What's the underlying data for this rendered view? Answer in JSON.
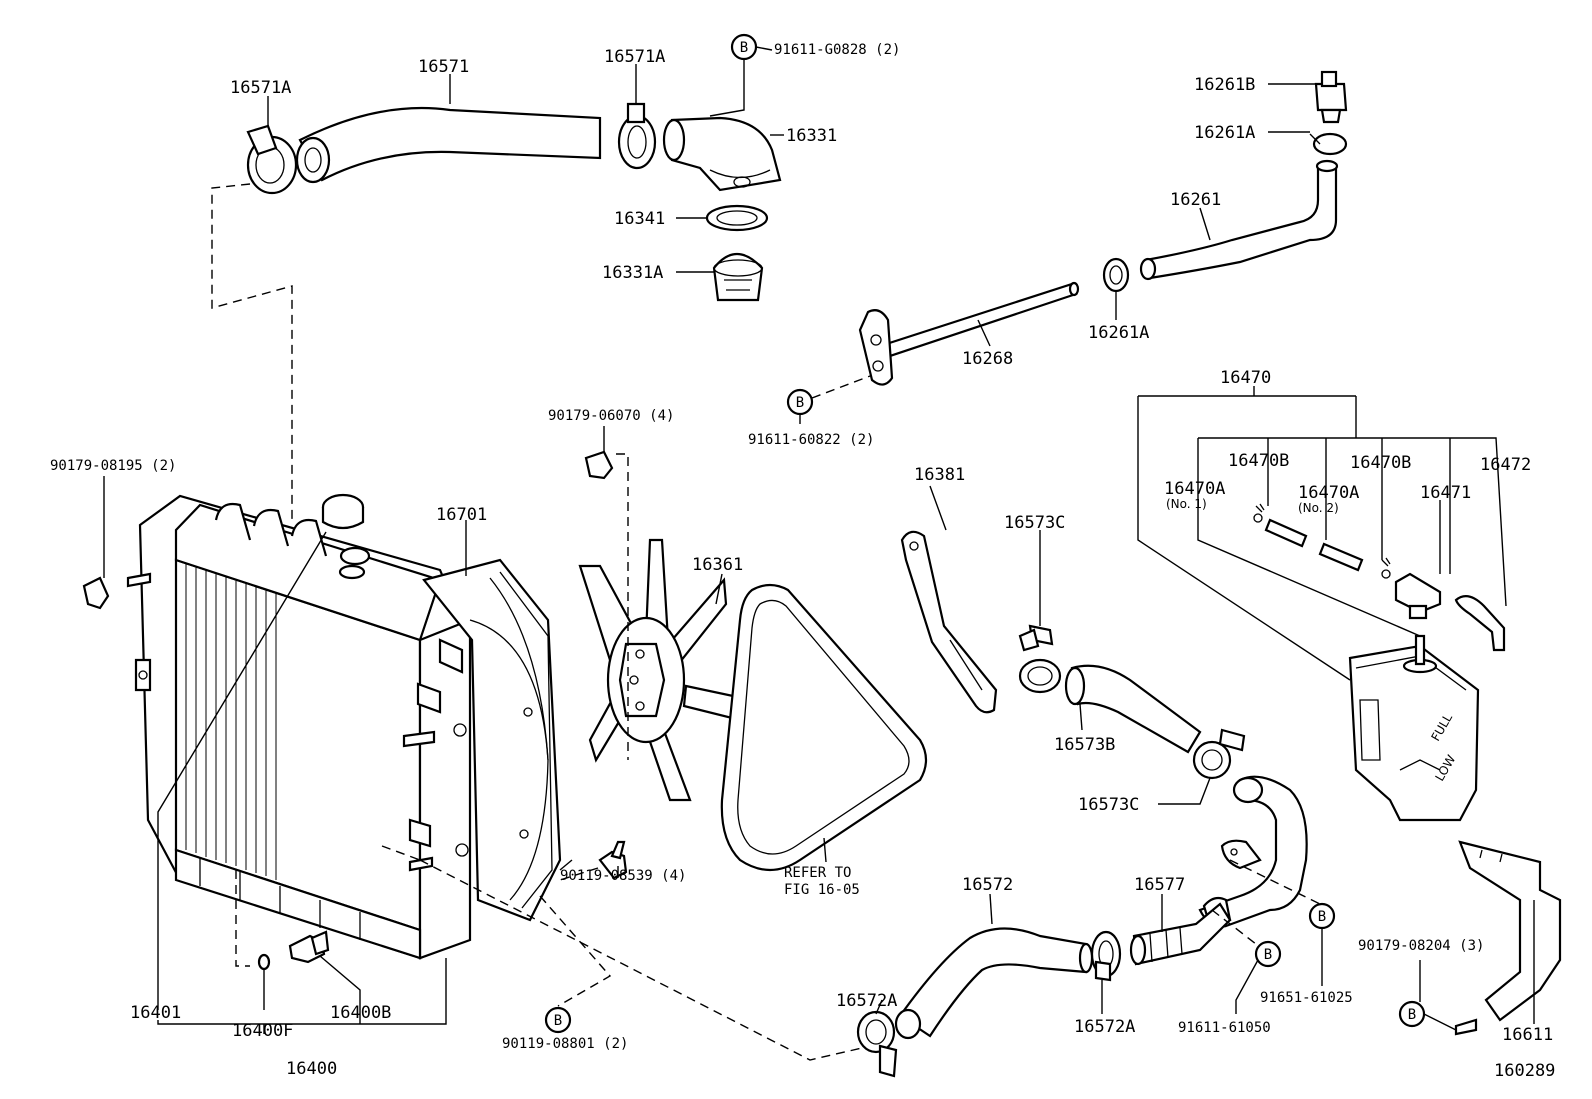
{
  "labels": {
    "p16571A_l": "16571A",
    "p16571": "16571",
    "p16571A_r": "16571A",
    "b1_part": "91611-G0828 (2)",
    "p16331": "16331",
    "p16341": "16341",
    "p16331A": "16331A",
    "p16261B": "16261B",
    "p16261A_top": "16261A",
    "p16261": "16261",
    "p16261A_bot": "16261A",
    "p16268": "16268",
    "b2_part": "91611-60822 (2)",
    "p16470": "16470",
    "p16470B_1": "16470B",
    "p16470B_2": "16470B",
    "p16472": "16472",
    "p16470A_1": "16470A",
    "p16470A_1_sub": "(No. 1)",
    "p16470A_2": "16470A",
    "p16470A_2_sub": "(No. 2)",
    "p16471": "16471",
    "p90179_08195": "90179-08195 (2)",
    "p90179_06070": "90179-06070 (4)",
    "p16701": "16701",
    "p16361": "16361",
    "p16381": "16381",
    "p16573C_top": "16573C",
    "p16573B": "16573B",
    "p16573C_bot": "16573C",
    "p90119_08539": "90119-08539 (4)",
    "refer_line1": "REFER TO",
    "refer_line2": "FIG 16-05",
    "p16572": "16572",
    "p16577": "16577",
    "p16572A_l": "16572A",
    "p16572A_r": "16572A",
    "p91611_61050": "91611-61050",
    "p91651_61025": "91651-61025",
    "p90179_08204": "90179-08204 (3)",
    "p16611": "16611",
    "p16401": "16401",
    "p16400F": "16400F",
    "p16400B": "16400B",
    "p16400": "16400",
    "p90119_08801": "90119-08801 (2)",
    "fig_number": "160289",
    "tank_full": "FULL",
    "tank_low": "LOW"
  },
  "bolt_marker": "B"
}
